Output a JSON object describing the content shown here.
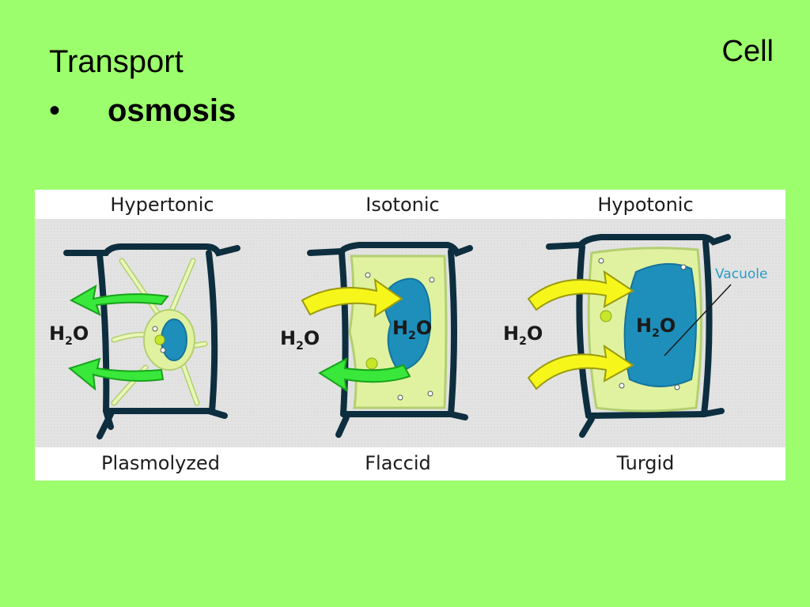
{
  "slide": {
    "title": "Transport",
    "corner_label": "Cell",
    "bullet_symbol": "•",
    "bullet_text": "osmosis"
  },
  "figure": {
    "panels": [
      {
        "top_label": "Hypertonic",
        "bottom_label": "Plasmolyzed",
        "water_label": "H2O"
      },
      {
        "top_label": "Isotonic",
        "bottom_label": "Flaccid",
        "water_label": "H2O"
      },
      {
        "top_label": "Hypotonic",
        "bottom_label": "Turgid",
        "water_label": "H2O"
      }
    ],
    "vacuole_label": "Vacuole",
    "colors": {
      "background": "#9cfe6c",
      "panel_band": "#e2e2e2",
      "cell_wall": "#0d2e3e",
      "cytoplasm": "#e0f2a0",
      "vacuole": "#1d8fba",
      "arrow_out": "#39e83a",
      "arrow_in": "#f6f61a"
    }
  }
}
